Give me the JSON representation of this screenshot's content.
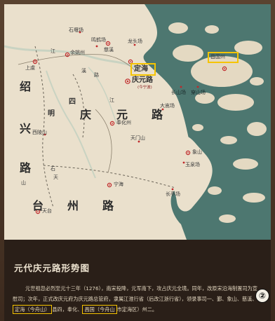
{
  "map": {
    "labels": {
      "shaoxing": "绍",
      "xing": "兴",
      "lu_w": "路",
      "ming": "明",
      "si": "四",
      "qing_yuan_lu": [
        "庆",
        "元",
        "路"
      ],
      "tai": "台",
      "zhou": "州",
      "lu_s": "路",
      "jiang": "江",
      "shan": "山",
      "shi": "石",
      "tian": "天",
      "qing_yuan_lu_seat": "庆元路",
      "qing_yuan_lu_sub": "(今宁波)",
      "yuyao": "余姚州",
      "shangyu": "上虞",
      "cixi": "慈溪",
      "fenghua": "奉化州",
      "ninghai": "宁海",
      "tiantai": "天台",
      "dinghai": "定海",
      "changguo": "昌国州",
      "shipai": "石堰场",
      "mingshan": "鸣鹤场",
      "longtou": "龙头场",
      "changshan": "长山场",
      "chuanshan": "穿山场",
      "daxi": "大嵩场",
      "tianmen": "天门山",
      "xiangshan": "象山",
      "yuquan": "玉泉场",
      "changting": "长亭场",
      "xiaoshan": "西陵山",
      "jiang2": "江",
      "xi": "溪",
      "lu_n": "路"
    }
  },
  "text": {
    "heading": "元代庆元路形势图",
    "para_1": "元世祖忽必烈至元十三年（1276），南宋投降，元军南下，攻占庆元全境。同年，改原宋沿海制置司为宣慰司；次年，正式改庆元府为庆元路总管府，隶属江淮行省（后改江浙行省），领录事司一、鄞、象山、慈溪、",
    "boxed_1": "定海（今舟山）",
    "para_2": "县四，奉化、",
    "boxed_2": "昌国（今舟山",
    "para_3": "市定海区）州二。",
    "marker": "②"
  },
  "colors": {
    "sea": "#4d7770",
    "land": "#eae0cc",
    "highlight": "#f5c400",
    "city_red": "#c0282a",
    "text_light": "#e2d6bf"
  }
}
